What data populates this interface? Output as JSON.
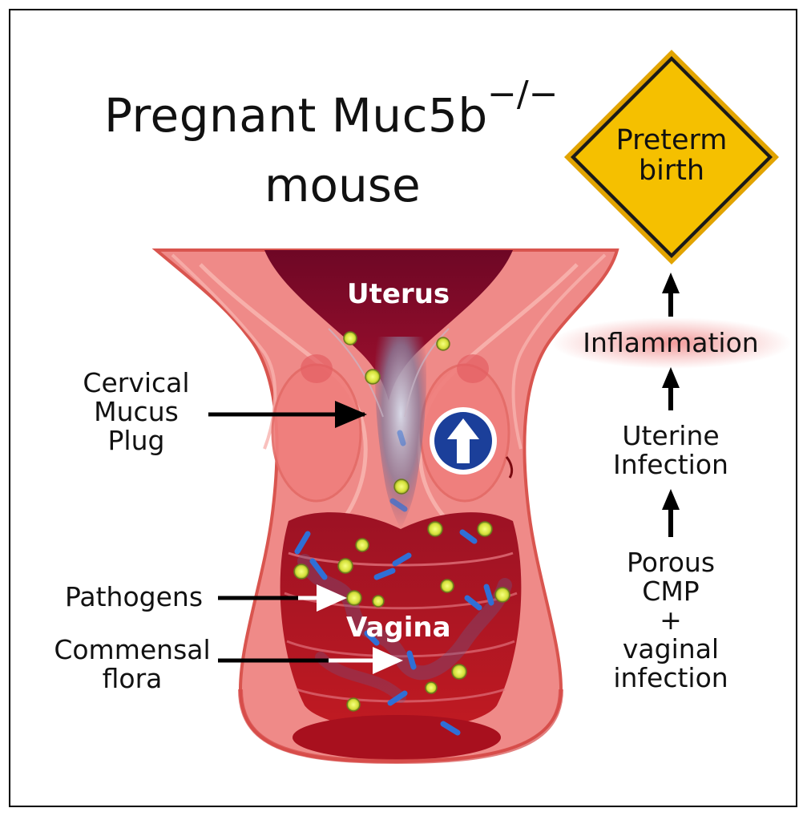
{
  "title": {
    "line1": "Pregnant Muc5b",
    "superscript": "−/−",
    "line2": "mouse"
  },
  "warning_sign": {
    "line1": "Preterm",
    "line2": "birth",
    "fill_color": "#f5c000",
    "border_color": "#1a1a1a"
  },
  "flow_steps": [
    {
      "lines": [
        "Inflammation"
      ]
    },
    {
      "lines": [
        "Uterine",
        "Infection"
      ]
    },
    {
      "lines": [
        "Porous",
        "CMP",
        "+",
        "vaginal",
        "infection"
      ]
    }
  ],
  "anatomy_labels": {
    "uterus": "Uterus",
    "vagina": "Vagina"
  },
  "left_labels": {
    "cervical_mucus_plug": [
      "Cervical",
      "Mucus",
      "Plug"
    ],
    "pathogens": "Pathogens",
    "commensal_flora": [
      "Commensal",
      "flora"
    ]
  },
  "colors": {
    "tissue_light": "#f08a86",
    "tissue_dark": "#b51a28",
    "lumen_dark": "#7a0a2a",
    "pathogen": "#e6f04a",
    "commensal": "#2f6fd6",
    "badge_blue": "#1b3f9a"
  },
  "icons": [
    "up-arrow-badge-icon",
    "pathogen-icon",
    "commensal-bacteria-icon"
  ]
}
